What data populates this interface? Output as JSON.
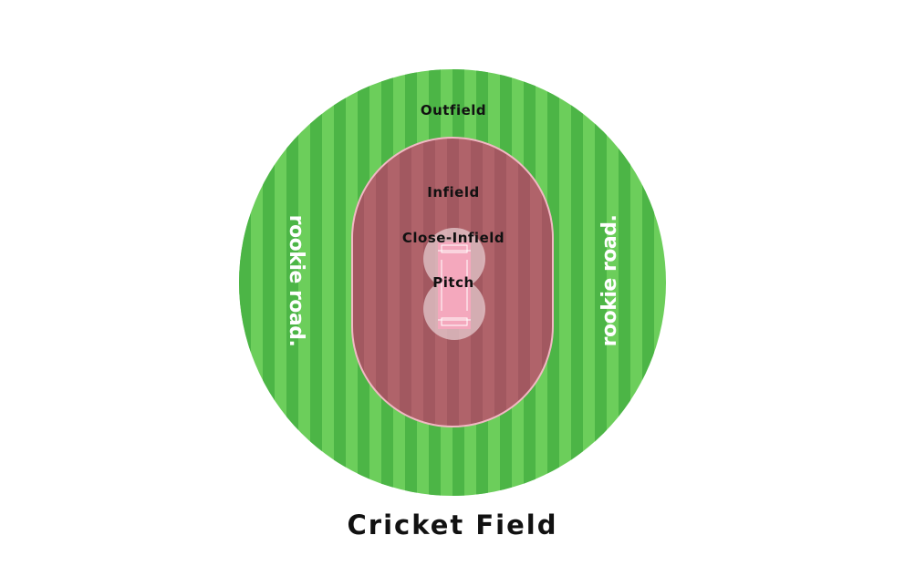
{
  "title": "Cricket Field",
  "zones": {
    "outfield": "Outfield",
    "infield": "Infield",
    "close_infield": "Close-Infield",
    "pitch": "Pitch"
  },
  "watermark": {
    "left": "rookie road.",
    "right": "rookie road."
  },
  "colors": {
    "grass_light": "#6cce5b",
    "grass_dark": "#4cb546",
    "infield": "#b0636a",
    "infield_stripe": "#a25860",
    "infield_border": "#f2b8c4",
    "pitch": "#f4a8bd",
    "close_infield": "#e9d2d5",
    "title": "#111111"
  }
}
